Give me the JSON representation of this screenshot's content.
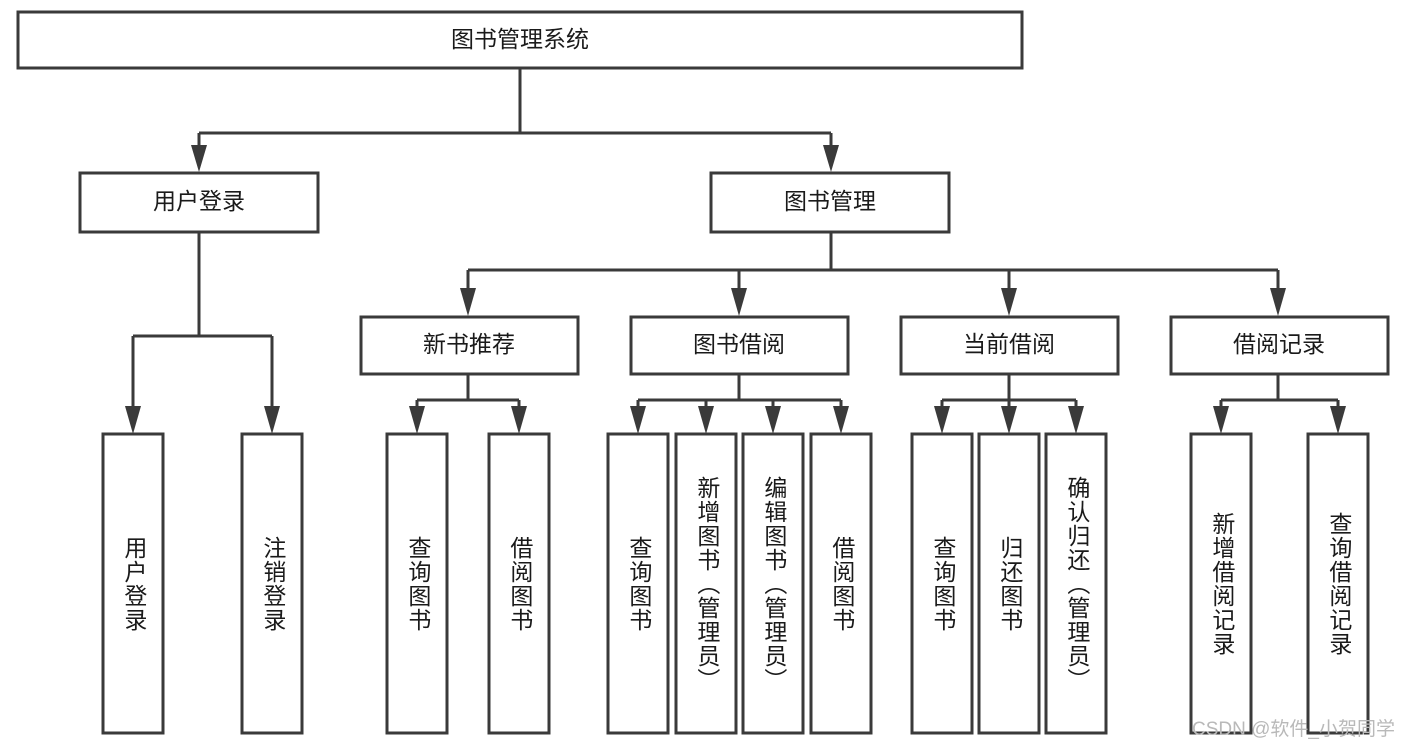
{
  "diagram": {
    "type": "tree-hierarchy",
    "title": "图书管理系统",
    "watermark": "CSDN @软件_小贺同学",
    "colors": {
      "stroke": "#3a3a3a",
      "fill": "#ffffff",
      "text": "#1a1a1a",
      "watermark": "#b9b9b9",
      "background": "#ffffff"
    },
    "root": {
      "label": "图书管理系统"
    },
    "level2": [
      {
        "label": "用户登录"
      },
      {
        "label": "图书管理"
      }
    ],
    "level3": [
      {
        "label": "新书推荐"
      },
      {
        "label": "图书借阅"
      },
      {
        "label": "当前借阅"
      },
      {
        "label": "借阅记录"
      }
    ],
    "leaves": {
      "user_login": [
        {
          "label": "用户登录"
        },
        {
          "label": "注销登录"
        }
      ],
      "new_book_recommend": [
        {
          "label": "查询图书"
        },
        {
          "label": "借阅图书"
        }
      ],
      "book_borrow": [
        {
          "label": "查询图书"
        },
        {
          "label": "新增图书（管理员）"
        },
        {
          "label": "编辑图书（管理员）"
        },
        {
          "label": "借阅图书"
        }
      ],
      "current_borrow": [
        {
          "label": "查询图书"
        },
        {
          "label": "归还图书"
        },
        {
          "label": "确认归还（管理员）"
        }
      ],
      "borrow_record": [
        {
          "label": "新增借阅记录"
        },
        {
          "label": "查询借阅记录"
        }
      ]
    }
  }
}
